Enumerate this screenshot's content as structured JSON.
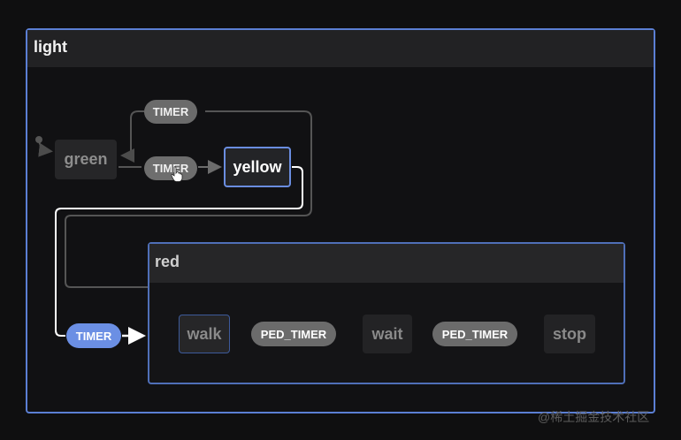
{
  "machine": {
    "title": "light"
  },
  "states": {
    "green": "green",
    "yellow": "yellow",
    "red": "red",
    "walk": "walk",
    "wait": "wait",
    "stop": "stop"
  },
  "events": {
    "timer_top": "TIMER",
    "timer_mid": "TIMER",
    "timer_active": "TIMER",
    "ped_timer_1": "PED_TIMER",
    "ped_timer_2": "PED_TIMER"
  },
  "colors": {
    "active_border": "#5b7fd4",
    "active_event": "#6b8fe4",
    "inactive_event": "#6b6b6b"
  },
  "watermark": "@稀土掘金技术社区"
}
